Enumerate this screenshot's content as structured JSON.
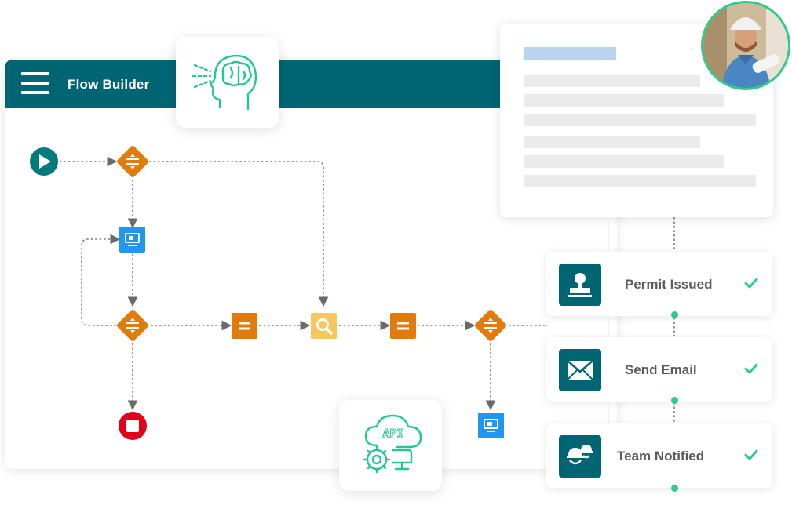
{
  "builder": {
    "title": "Flow Builder"
  },
  "statuses": [
    {
      "label": "Permit Issued",
      "icon": "stamp-icon"
    },
    {
      "label": "Send Email",
      "icon": "envelope-icon"
    },
    {
      "label": "Team Notified",
      "icon": "hardhat-team-icon"
    }
  ],
  "api_card": {
    "label": "API"
  },
  "colors": {
    "header": "#006573",
    "decision": "#e07b0c",
    "action": "#e07b0c",
    "search": "#f7c65c",
    "screen": "#2196f3",
    "start": "#007b7b",
    "stop": "#e0001b",
    "accent": "#2ecc8a"
  }
}
